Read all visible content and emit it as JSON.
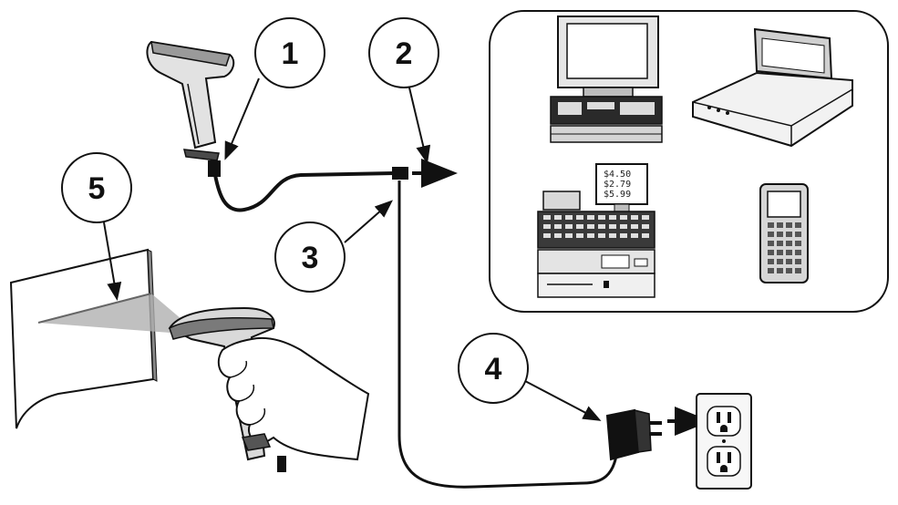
{
  "callouts": [
    {
      "id": "1",
      "label": "1"
    },
    {
      "id": "2",
      "label": "2"
    },
    {
      "id": "3",
      "label": "3"
    },
    {
      "id": "4",
      "label": "4"
    },
    {
      "id": "5",
      "label": "5"
    }
  ],
  "register_display": [
    "$4.50",
    "$2.79",
    "$5.99"
  ],
  "colors": {
    "line": "#111111",
    "fill_light": "#e9e9e9",
    "fill_mid": "#bdbdbd",
    "fill_dark": "#1a1a1a",
    "beam": "#b0b0b0"
  },
  "icons": [
    "scanner-icon",
    "hand-held-scanner-icon",
    "desktop-computer-icon",
    "terminal-icon",
    "cash-register-icon",
    "handheld-computer-icon",
    "power-adapter-icon",
    "wall-outlet-icon"
  ]
}
